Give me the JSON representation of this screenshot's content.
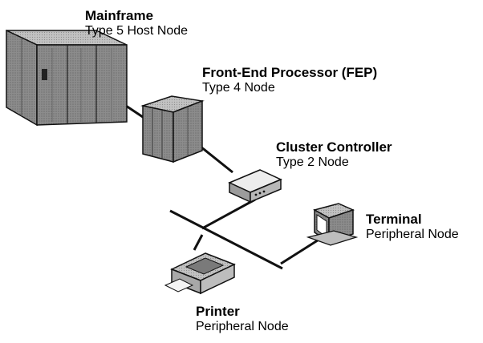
{
  "nodes": {
    "mainframe": {
      "title": "Mainframe",
      "subtitle": "Type 5 Host Node",
      "icon": "mainframe-icon"
    },
    "fep": {
      "title": "Front-End Processor (FEP)",
      "subtitle": "Type 4 Node",
      "icon": "front-end-processor-icon"
    },
    "cluster": {
      "title": "Cluster Controller",
      "subtitle": "Type 2 Node",
      "icon": "cluster-controller-icon"
    },
    "terminal": {
      "title": "Terminal",
      "subtitle": "Peripheral Node",
      "icon": "terminal-icon"
    },
    "printer": {
      "title": "Printer",
      "subtitle": "Peripheral Node",
      "icon": "printer-icon"
    }
  }
}
